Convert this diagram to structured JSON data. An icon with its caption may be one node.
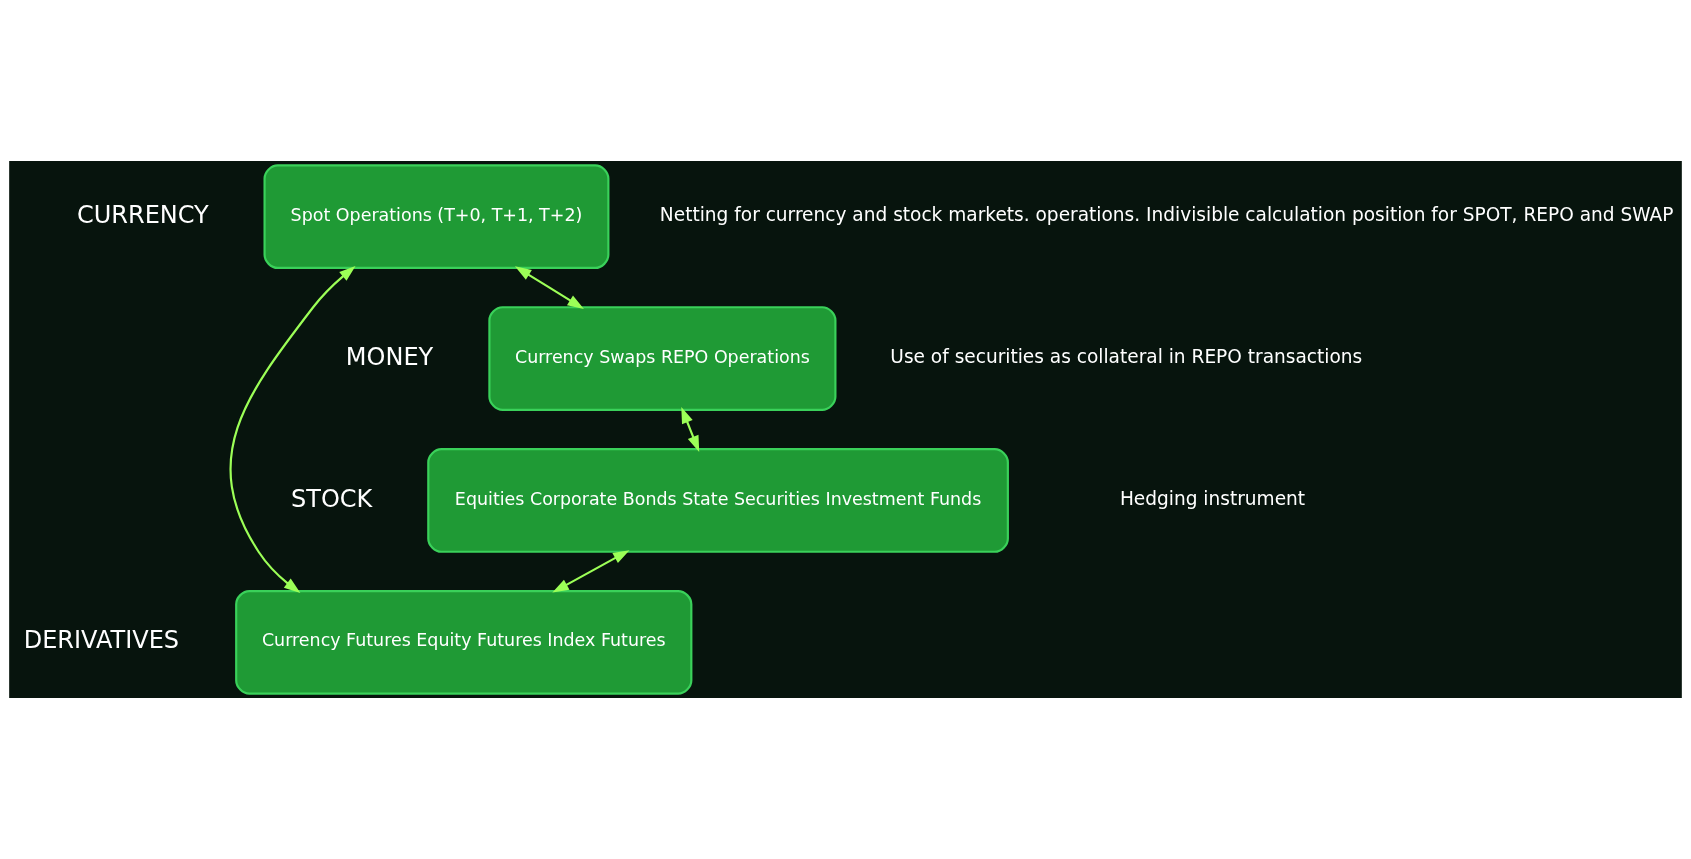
{
  "diagram": {
    "nodes": [
      {
        "text": [
          "Spot Operations (T+0, T+1, T+2)"
        ],
        "beside": [
          "CURRENCY"
        ]
      },
      {
        "text": [
          "Currency Swaps REPO Operations"
        ],
        "beside": [
          "MONEY"
        ]
      },
      {
        "text": [
          "Equities Corporate Bonds State Securities Investment Funds"
        ],
        "beside": [
          "STOCK"
        ]
      },
      {
        "text": [
          "Currency Futures Equity Futures Index Futures"
        ],
        "beside": [
          "DERIVATIVES"
        ]
      }
    ],
    "edges": [
      {
        "from": 0,
        "to": 3,
        "arrow": "both"
      },
      {
        "from": 0,
        "to": 1,
        "arrow": "both"
      },
      {
        "from": 1,
        "to": 2,
        "arrow": "both"
      },
      {
        "from": 2,
        "to": 3,
        "arrow": "both"
      }
    ],
    "labels": [
      "Netting for currency and stock markets. operations. Indivisible calculation position for SPOT, REPO and SWAP",
      "Use of securities as collateral in REPO transactions",
      "Hedging instrument"
    ]
  }
}
